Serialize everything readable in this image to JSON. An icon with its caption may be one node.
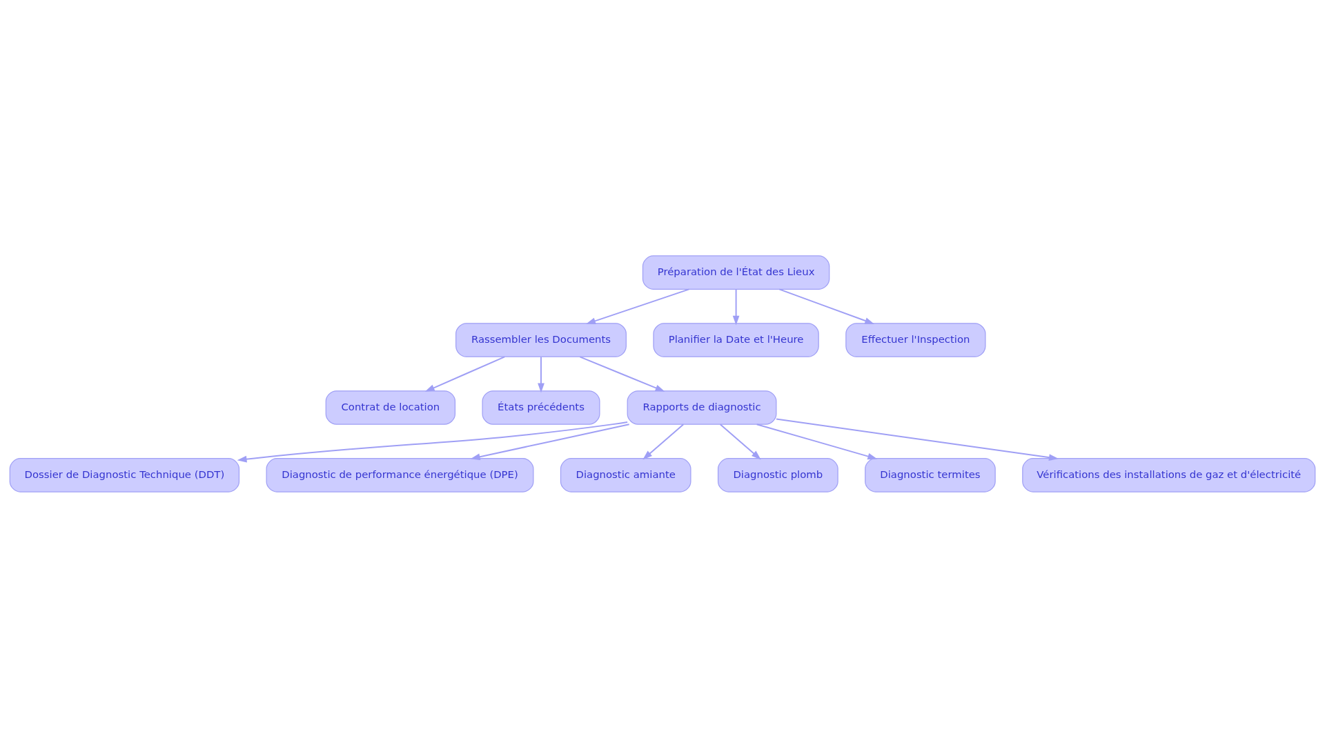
{
  "diagram": {
    "nodes": [
      {
        "text": [
          "Préparation de l'État des Lieux"
        ]
      },
      {
        "text": [
          "Rassembler les Documents"
        ]
      },
      {
        "text": [
          "Planifier la Date et l'Heure"
        ]
      },
      {
        "text": [
          "Effectuer l'Inspection"
        ]
      },
      {
        "text": [
          "Contrat de location"
        ]
      },
      {
        "text": [
          "États précédents"
        ]
      },
      {
        "text": [
          "Rapports de diagnostic"
        ]
      },
      {
        "text": [
          "Dossier de Diagnostic Technique (DDT)"
        ]
      },
      {
        "text": [
          "Diagnostic de performance énergétique (DPE)"
        ]
      },
      {
        "text": [
          "Diagnostic amiante"
        ]
      },
      {
        "text": [
          "Diagnostic plomb"
        ]
      },
      {
        "text": [
          "Diagnostic termites"
        ]
      },
      {
        "text": [
          "Vérifications des installations de gaz et d'électricité"
        ]
      }
    ],
    "edges": [
      {
        "from": 0,
        "to": 1,
        "arrow": "to"
      },
      {
        "from": 0,
        "to": 2,
        "arrow": "to"
      },
      {
        "from": 0,
        "to": 3,
        "arrow": "to"
      },
      {
        "from": 1,
        "to": 4,
        "arrow": "to"
      },
      {
        "from": 1,
        "to": 5,
        "arrow": "to"
      },
      {
        "from": 1,
        "to": 6,
        "arrow": "to"
      },
      {
        "from": 6,
        "to": 7,
        "arrow": "to"
      },
      {
        "from": 6,
        "to": 8,
        "arrow": "to"
      },
      {
        "from": 6,
        "to": 9,
        "arrow": "to"
      },
      {
        "from": 6,
        "to": 10,
        "arrow": "to"
      },
      {
        "from": 6,
        "to": 11,
        "arrow": "to"
      },
      {
        "from": 6,
        "to": 12,
        "arrow": "to"
      }
    ]
  }
}
